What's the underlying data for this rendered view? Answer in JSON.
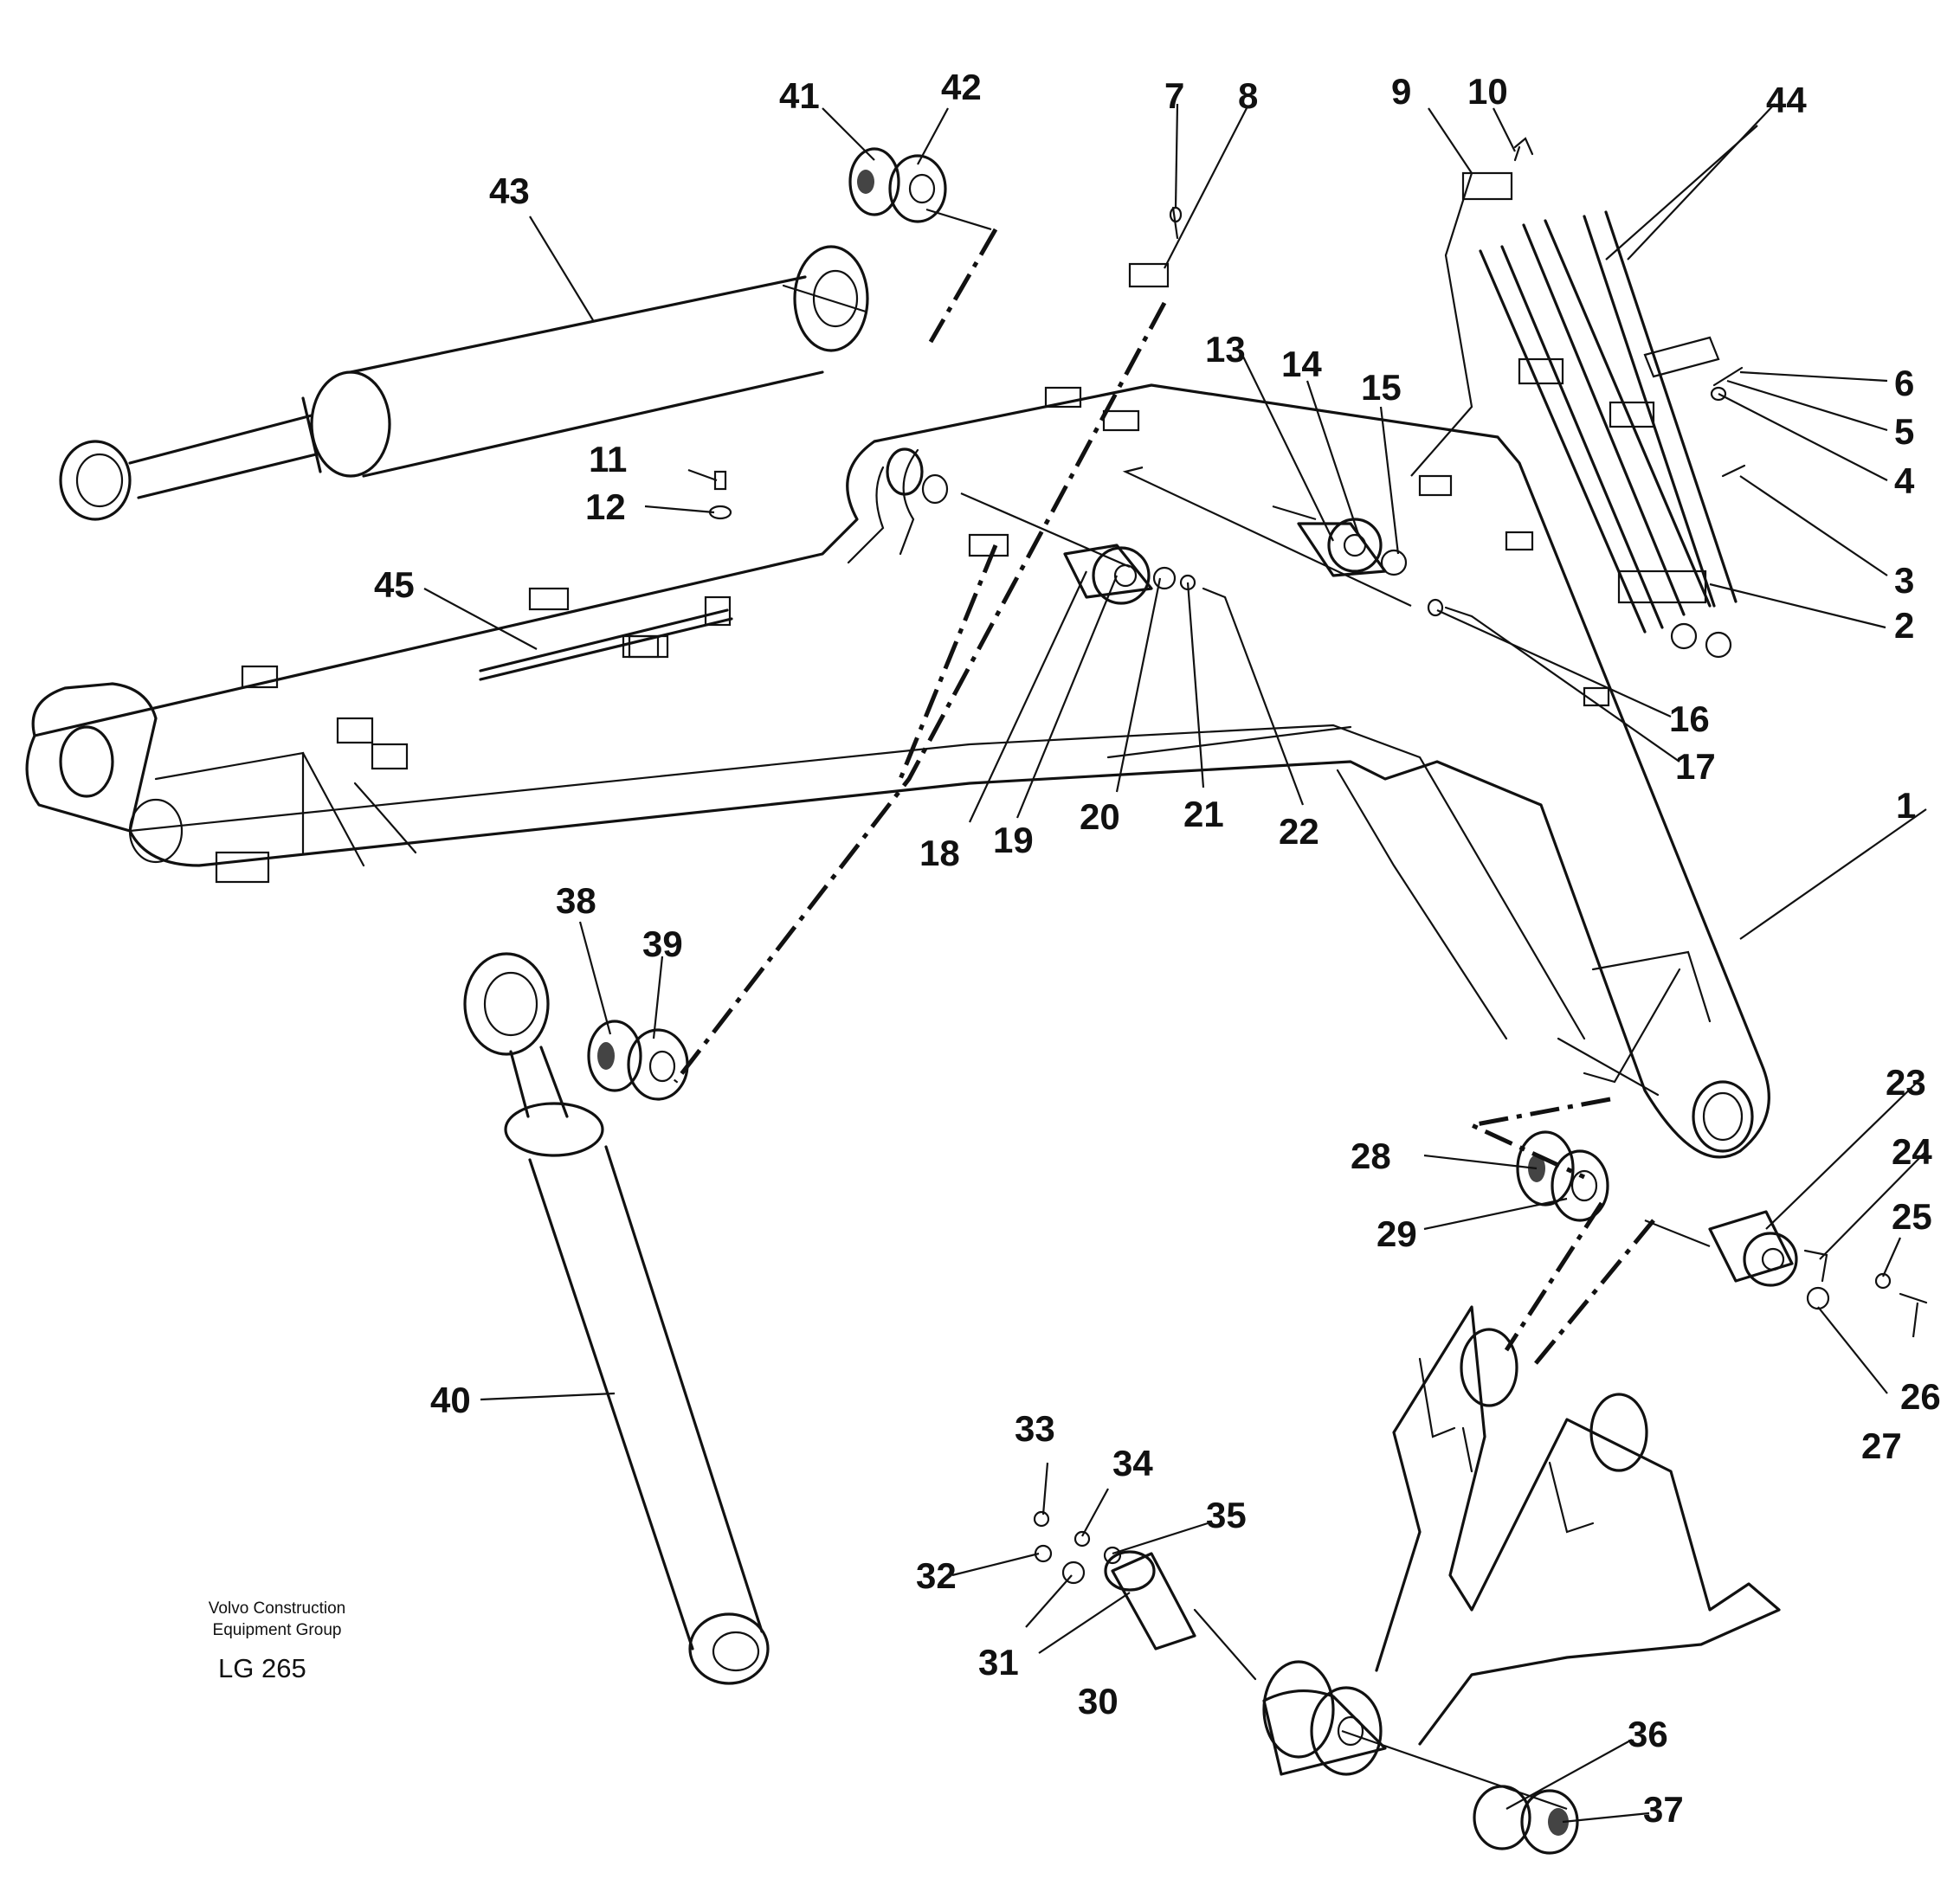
{
  "callouts": [
    "1",
    "2",
    "3",
    "4",
    "5",
    "6",
    "7",
    "8",
    "9",
    "10",
    "11",
    "12",
    "13",
    "14",
    "15",
    "16",
    "17",
    "18",
    "19",
    "20",
    "21",
    "22",
    "23",
    "24",
    "25",
    "26",
    "27",
    "28",
    "29",
    "30",
    "31",
    "32",
    "33",
    "34",
    "35",
    "36",
    "37",
    "38",
    "39",
    "40",
    "41",
    "42",
    "43",
    "44",
    "45"
  ],
  "footer": {
    "company_line1": "Volvo Construction",
    "company_line2": "Equipment Group",
    "drawing_ref": "LG 265"
  }
}
